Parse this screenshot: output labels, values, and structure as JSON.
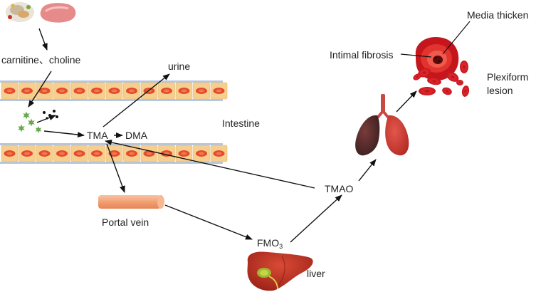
{
  "labels": {
    "carnitine_choline": "carnitine、choline",
    "urine": "urine",
    "intestine": "Intestine",
    "tma": "TMA",
    "dma": "DMA",
    "portal_vein": "Portal vein",
    "fmo": "FMO",
    "fmo_sub": "3",
    "liver": "liver",
    "tmao": "TMAO",
    "intimal_fibrosis": "Intimal fibrosis",
    "media_thicken": "Media thicken",
    "plexiform": "Plexiform",
    "lesion": "lesion"
  },
  "icons": {
    "food": "food-icon",
    "meat": "meat-icon",
    "intestine_wall": "intestinal-epithelium-icon",
    "bacteria": "bacteria-icon",
    "portal_vein": "portal-vein-tube-icon",
    "liver": "liver-icon",
    "lungs": "lungs-icon",
    "vessel": "vessel-cross-section-icon",
    "red_cells": "red-blood-cells-icon"
  },
  "colors": {
    "cell_fill": "#f6cf8f",
    "cell_nucleus": "#e54a2e",
    "membrane": "#b4c7e0",
    "bacteria": "#6aa84f",
    "vein": "#f3a57a",
    "liver": "#c0392b",
    "lung": "#8e3b3b",
    "blood": "#d11f24",
    "arrow": "#111111"
  }
}
